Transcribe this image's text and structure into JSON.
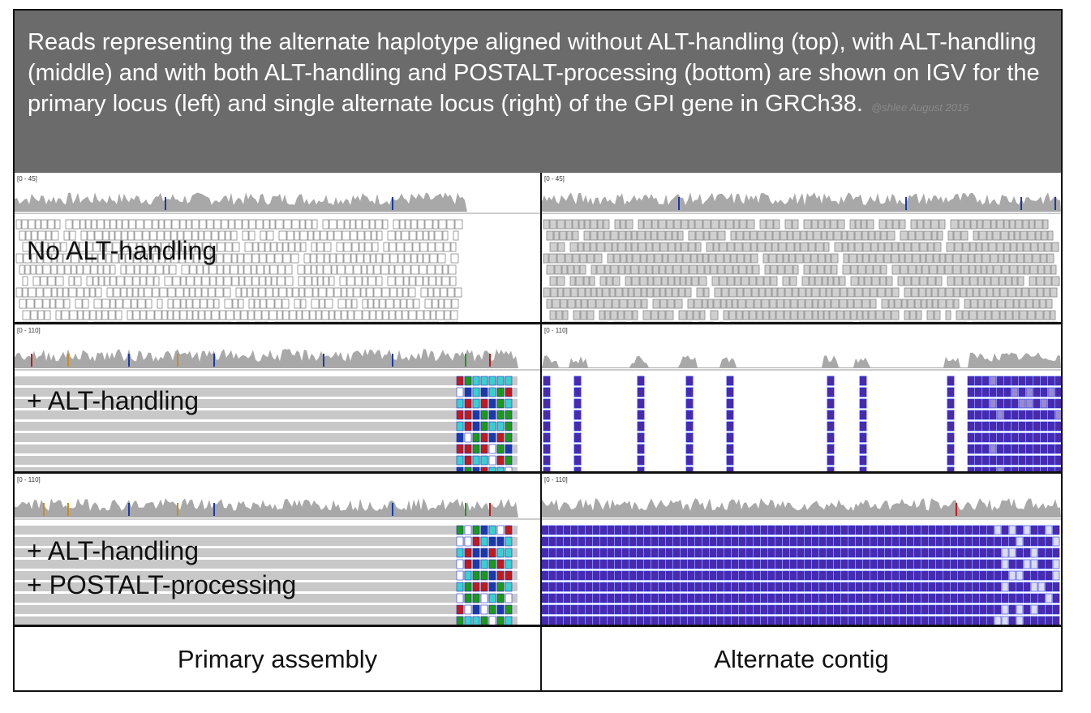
{
  "header": {
    "caption": "Reads representing the alternate haplotype aligned without ALT-handling (top), with ALT-handling (middle) and with both ALT-handling and POSTALT-processing (bottom) are shown on IGV for the primary locus (left) and single alternate locus (right) of the GPI gene in GRCh38.",
    "credit": "@shlee August 2016"
  },
  "rows": [
    {
      "label_lines": [
        "No ALT-handling"
      ],
      "left_scale": "[0 - 45]",
      "right_scale": "[0 - 45]"
    },
    {
      "label_lines": [
        "+ ALT-handling"
      ],
      "left_scale": "[0 - 110]",
      "right_scale": "[0 - 110]"
    },
    {
      "label_lines": [
        "+ ALT-handling",
        "+ POSTALT-processing"
      ],
      "left_scale": "[0 - 110]",
      "right_scale": "[0 - 110]"
    }
  ],
  "footer": {
    "left": "Primary assembly",
    "right": "Alternate contig"
  },
  "colors": {
    "header_bg": "#6b6b6b",
    "coverage": "#a8a8a8",
    "read": "#c8c8c8",
    "alt_read": "#4b2aa8",
    "mismatch_a": "#1a9a1a",
    "mismatch_c": "#1a3aa8",
    "mismatch_g": "#d08a1a",
    "mismatch_t": "#c01a1a"
  }
}
